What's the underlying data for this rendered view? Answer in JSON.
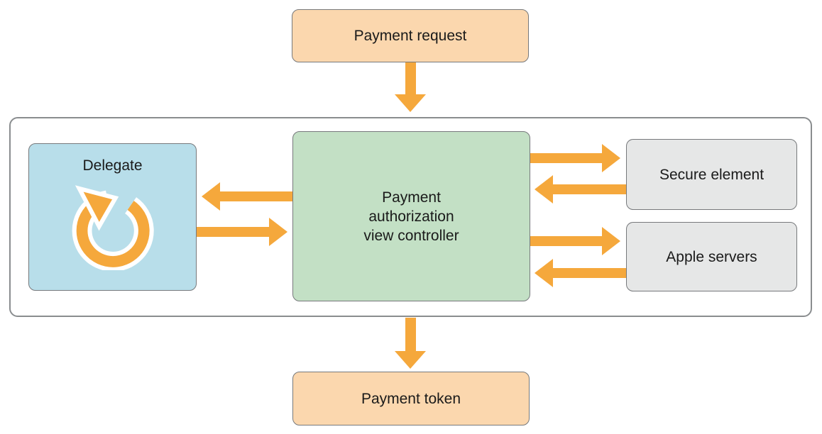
{
  "colors": {
    "arrow": "#F5A83C",
    "node_request": "#FBD7AE",
    "node_delegate": "#B8DEEA",
    "node_controller": "#C3E0C5",
    "node_server": "#E6E7E7",
    "node_border": "#77797C",
    "container_border": "#8A8D8F",
    "text": "#1A1A1A",
    "background": "#FFFFFF"
  },
  "nodes": {
    "payment_request": {
      "label": "Payment request"
    },
    "delegate": {
      "label": "Delegate",
      "icon": "loop-arrow-icon"
    },
    "payment_authorization_view_controller": {
      "label": "Payment authorization view controller",
      "lines": [
        "Payment",
        "authorization",
        "view controller"
      ]
    },
    "secure_element": {
      "label": "Secure element"
    },
    "apple_servers": {
      "label": "Apple servers"
    },
    "payment_token": {
      "label": "Payment token"
    }
  },
  "edges": [
    {
      "from": "payment_request",
      "to": "payment_authorization_view_controller",
      "direction": "down"
    },
    {
      "from": "payment_authorization_view_controller",
      "to": "delegate",
      "direction": "left"
    },
    {
      "from": "delegate",
      "to": "payment_authorization_view_controller",
      "direction": "right"
    },
    {
      "from": "payment_authorization_view_controller",
      "to": "secure_element",
      "direction": "right"
    },
    {
      "from": "secure_element",
      "to": "payment_authorization_view_controller",
      "direction": "left"
    },
    {
      "from": "payment_authorization_view_controller",
      "to": "apple_servers",
      "direction": "right"
    },
    {
      "from": "apple_servers",
      "to": "payment_authorization_view_controller",
      "direction": "left"
    },
    {
      "from": "payment_authorization_view_controller",
      "to": "payment_token",
      "direction": "down"
    }
  ]
}
